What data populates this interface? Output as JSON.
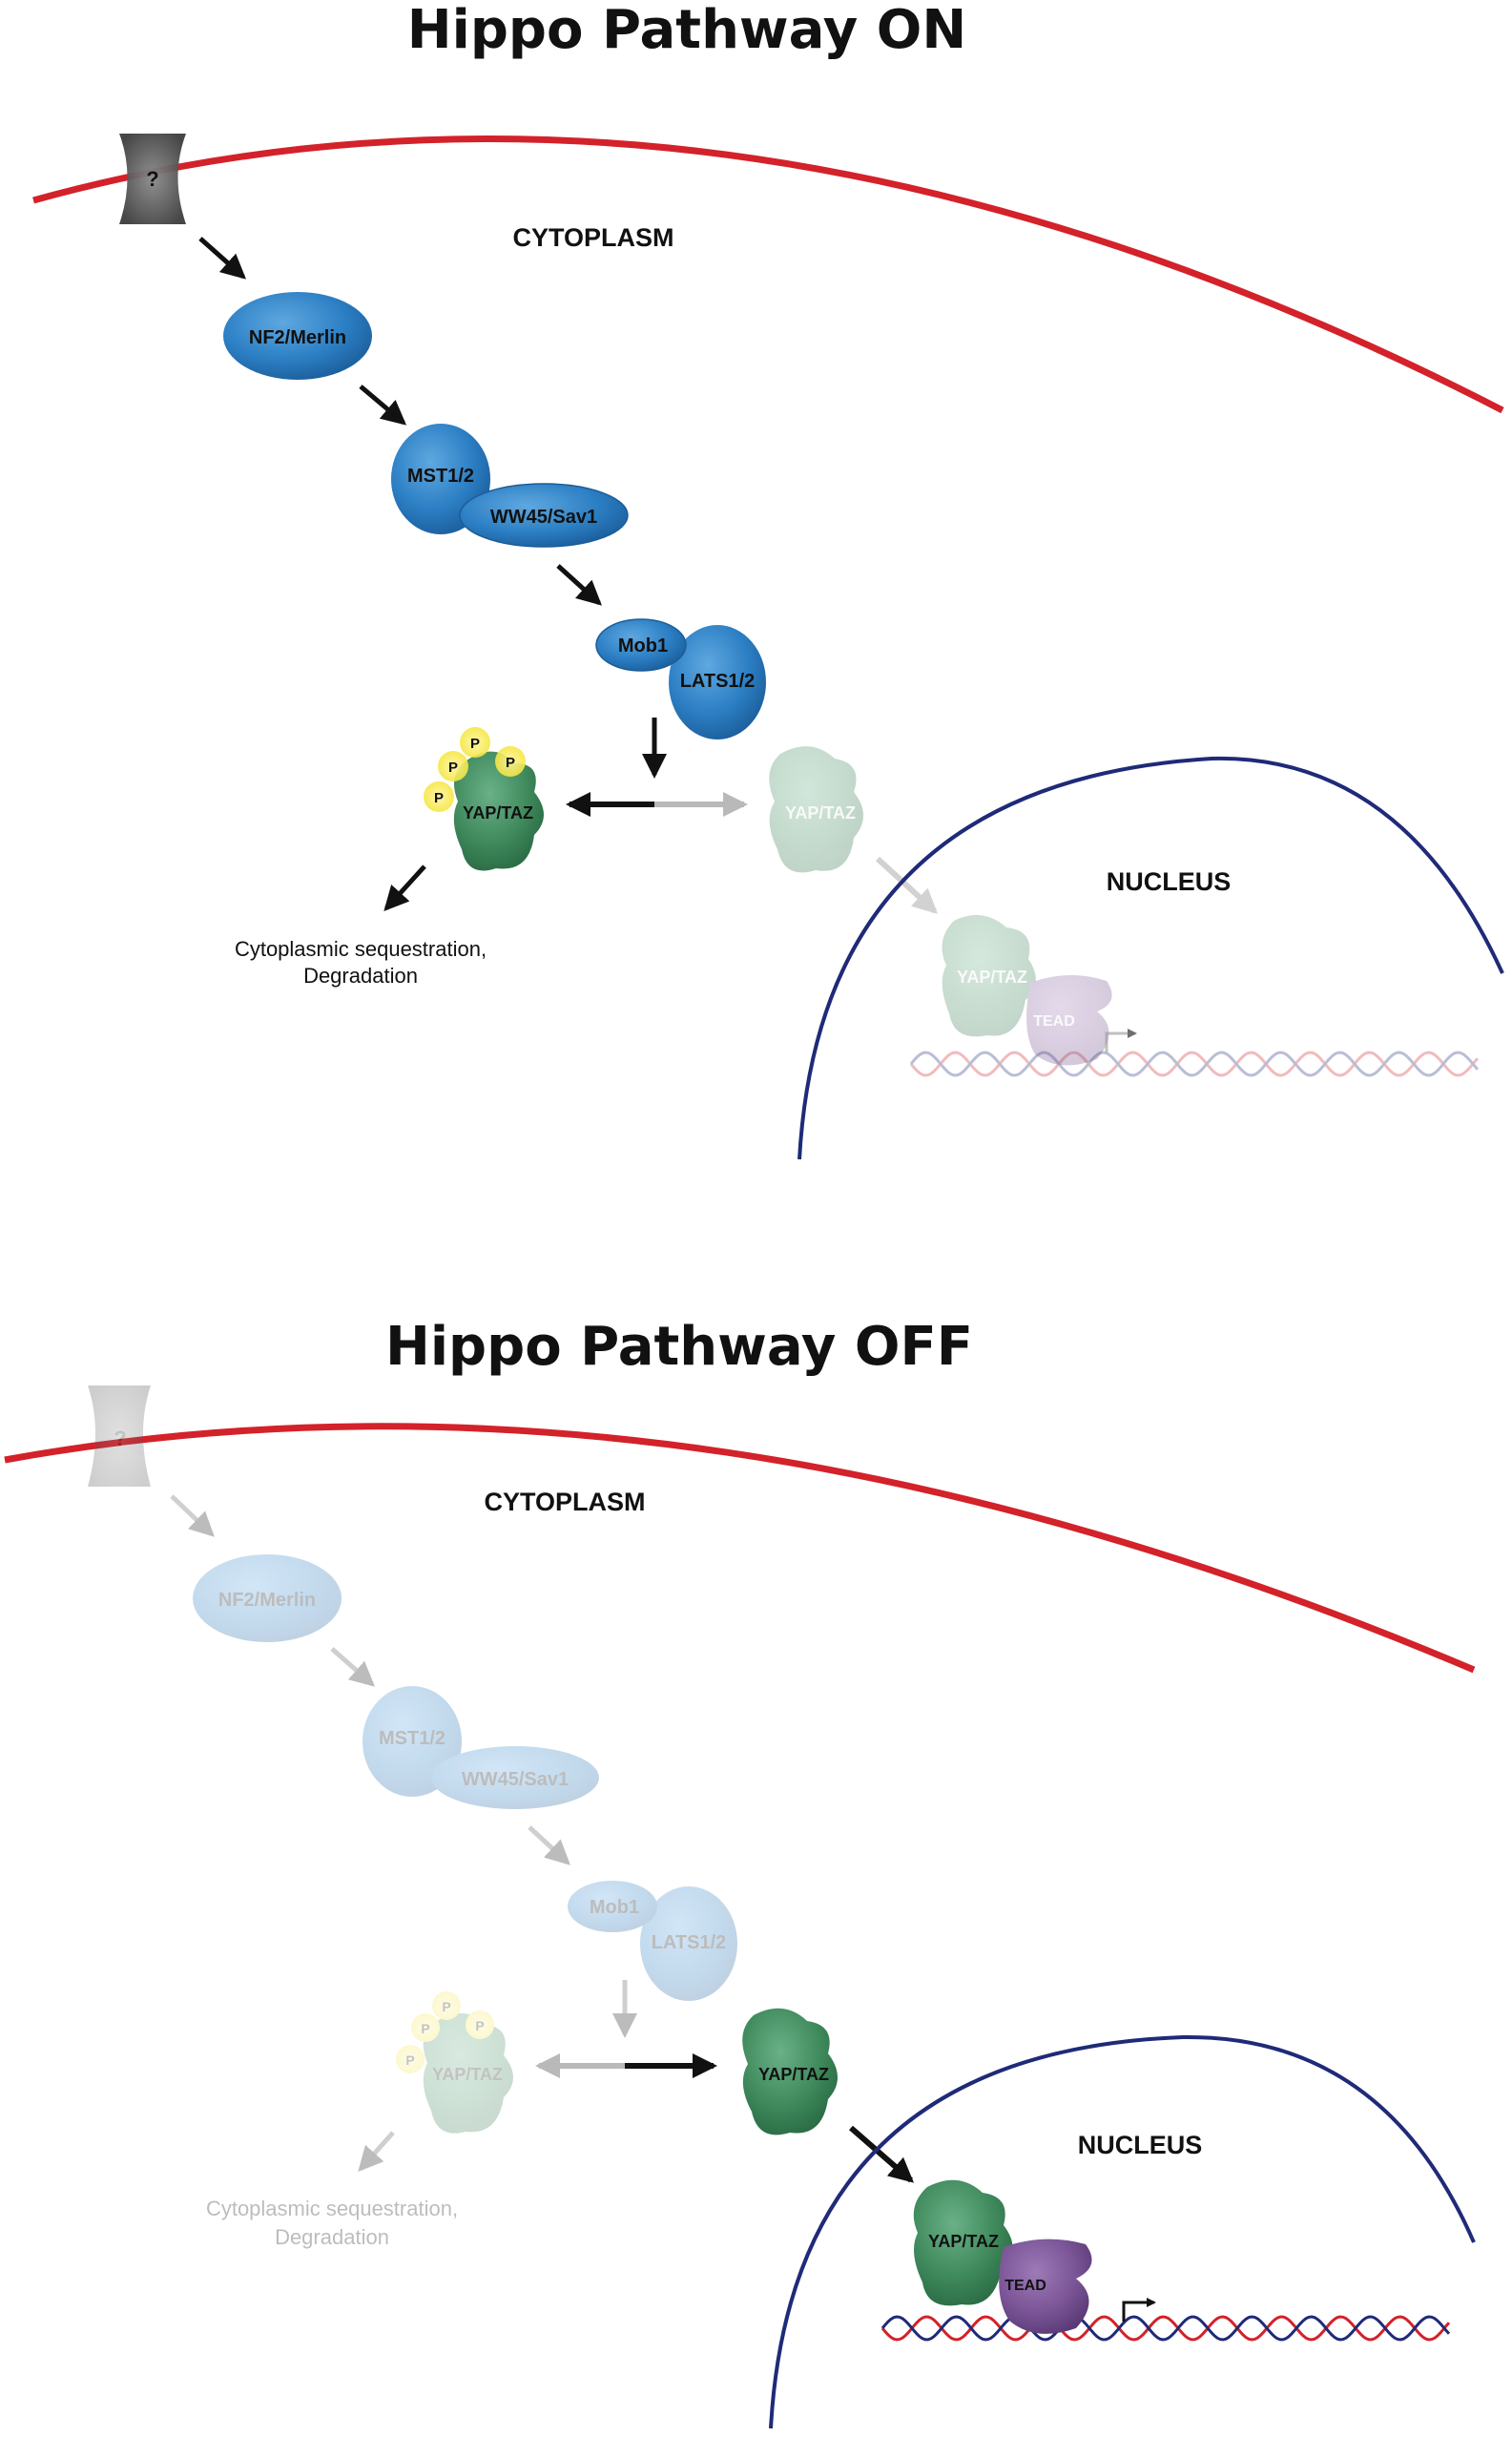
{
  "panels": [
    {
      "title": "Hippo Pathway ON",
      "cytoplasm": "CYTOPLASM",
      "nucleus": "NUCLEUS",
      "receptor": "?",
      "nf2": "NF2/Merlin",
      "mst": "MST1/2",
      "ww45": "WW45/Sav1",
      "mob1": "Mob1",
      "lats": "LATS1/2",
      "yap_phos": "YAP/TAZ",
      "phospho": "P",
      "yap_free": "YAP/TAZ",
      "yap_nuc": "YAP/TAZ",
      "tead": "TEAD",
      "outcome_line1": "Cytoplasmic sequestration,",
      "outcome_line2": "Degradation"
    },
    {
      "title": "Hippo Pathway OFF",
      "cytoplasm": "CYTOPLASM",
      "nucleus": "NUCLEUS",
      "receptor": "?",
      "nf2": "NF2/Merlin",
      "mst": "MST1/2",
      "ww45": "WW45/Sav1",
      "mob1": "Mob1",
      "lats": "LATS1/2",
      "yap_phos": "YAP/TAZ",
      "phospho": "P",
      "yap_free": "YAP/TAZ",
      "yap_nuc": "YAP/TAZ",
      "tead": "TEAD",
      "outcome_line1": "Cytoplasmic sequestration,",
      "outcome_line2": "Degradation"
    }
  ],
  "colors": {
    "membrane": "#d3222a",
    "nucleus_envelope": "#1f2a78",
    "kinase_blue": "#2c7fc4",
    "yap_green": "#3f8a5c",
    "tead_purple": "#7b5597",
    "receptor_gray": "#555555",
    "phospho_star": "#f5e642",
    "dna_red": "#d3222a",
    "dna_blue": "#1f2a78"
  }
}
